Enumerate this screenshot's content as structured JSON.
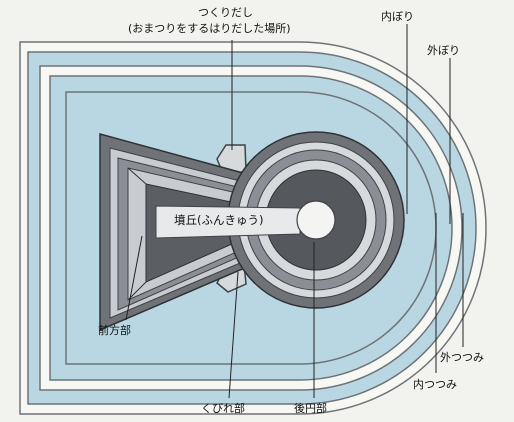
{
  "labels": {
    "tsukuridashi": "つくりだし",
    "tsukuridashi_note": "(おまつりをするはりだした場所)",
    "uchibori": "内ぼり",
    "sotobori": "外ぼり",
    "funkyu": "墳丘(ふんきゅう)",
    "zenpobu": "前方部",
    "sotozutsumi": "外つつみ",
    "uchizutsumi": "内つつみ",
    "kubirebu": "くびれ部",
    "koenbu": "後円部"
  },
  "colors": {
    "background": "#f2f2ee",
    "moat": "#b9d7e2",
    "embankment": "#f7f7f4",
    "outline": "#6f7378",
    "mound_dark": "#3f4246",
    "mound_mid": "#8b8f95",
    "mound_light": "#c8ccd0",
    "mound_top": "#e8e9ea"
  }
}
